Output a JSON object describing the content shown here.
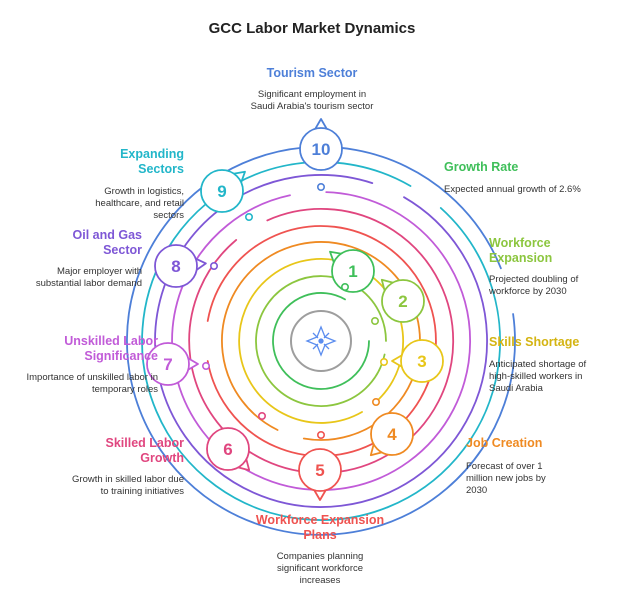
{
  "title": "GCC Labor Market Dynamics",
  "accent": "#5b8def",
  "center_icon": "compass-icon",
  "steps": [
    {
      "num": "1",
      "color": "#3fbf5a",
      "label": "Growth Rate",
      "desc": "Expected annual growth of 2.6%"
    },
    {
      "num": "2",
      "color": "#8cc63f",
      "label": "Workforce Expansion",
      "desc": "Projected doubling of workforce by 2030"
    },
    {
      "num": "3",
      "color": "#e8c619",
      "label": "Skills Shortage",
      "desc": "Anticipated shortage of high-skilled workers in Saudi Arabia"
    },
    {
      "num": "4",
      "color": "#ef8a22",
      "label": "Job Creation",
      "desc": "Forecast of over 1 million new jobs by 2030"
    },
    {
      "num": "5",
      "color": "#ef5350",
      "label": "Workforce Expansion Plans",
      "desc": "Companies planning significant workforce increases"
    },
    {
      "num": "6",
      "color": "#e0467f",
      "label": "Skilled Labor Growth",
      "desc": "Growth in skilled labor due to training initiatives"
    },
    {
      "num": "7",
      "color": "#c15bd8",
      "label": "Unskilled Labor Significance",
      "desc": "Importance of unskilled labor in temporary roles"
    },
    {
      "num": "8",
      "color": "#7e57d6",
      "label": "Oil and Gas Sector",
      "desc": "Major employer with substantial labor demand"
    },
    {
      "num": "9",
      "color": "#22b6c9",
      "label": "Expanding Sectors",
      "desc": "Growth in logistics, healthcare, and retail sectors"
    },
    {
      "num": "10",
      "color": "#4d7fd8",
      "label": "Tourism Sector",
      "desc": "Significant employment in Saudi Arabia's tourism sector"
    }
  ]
}
